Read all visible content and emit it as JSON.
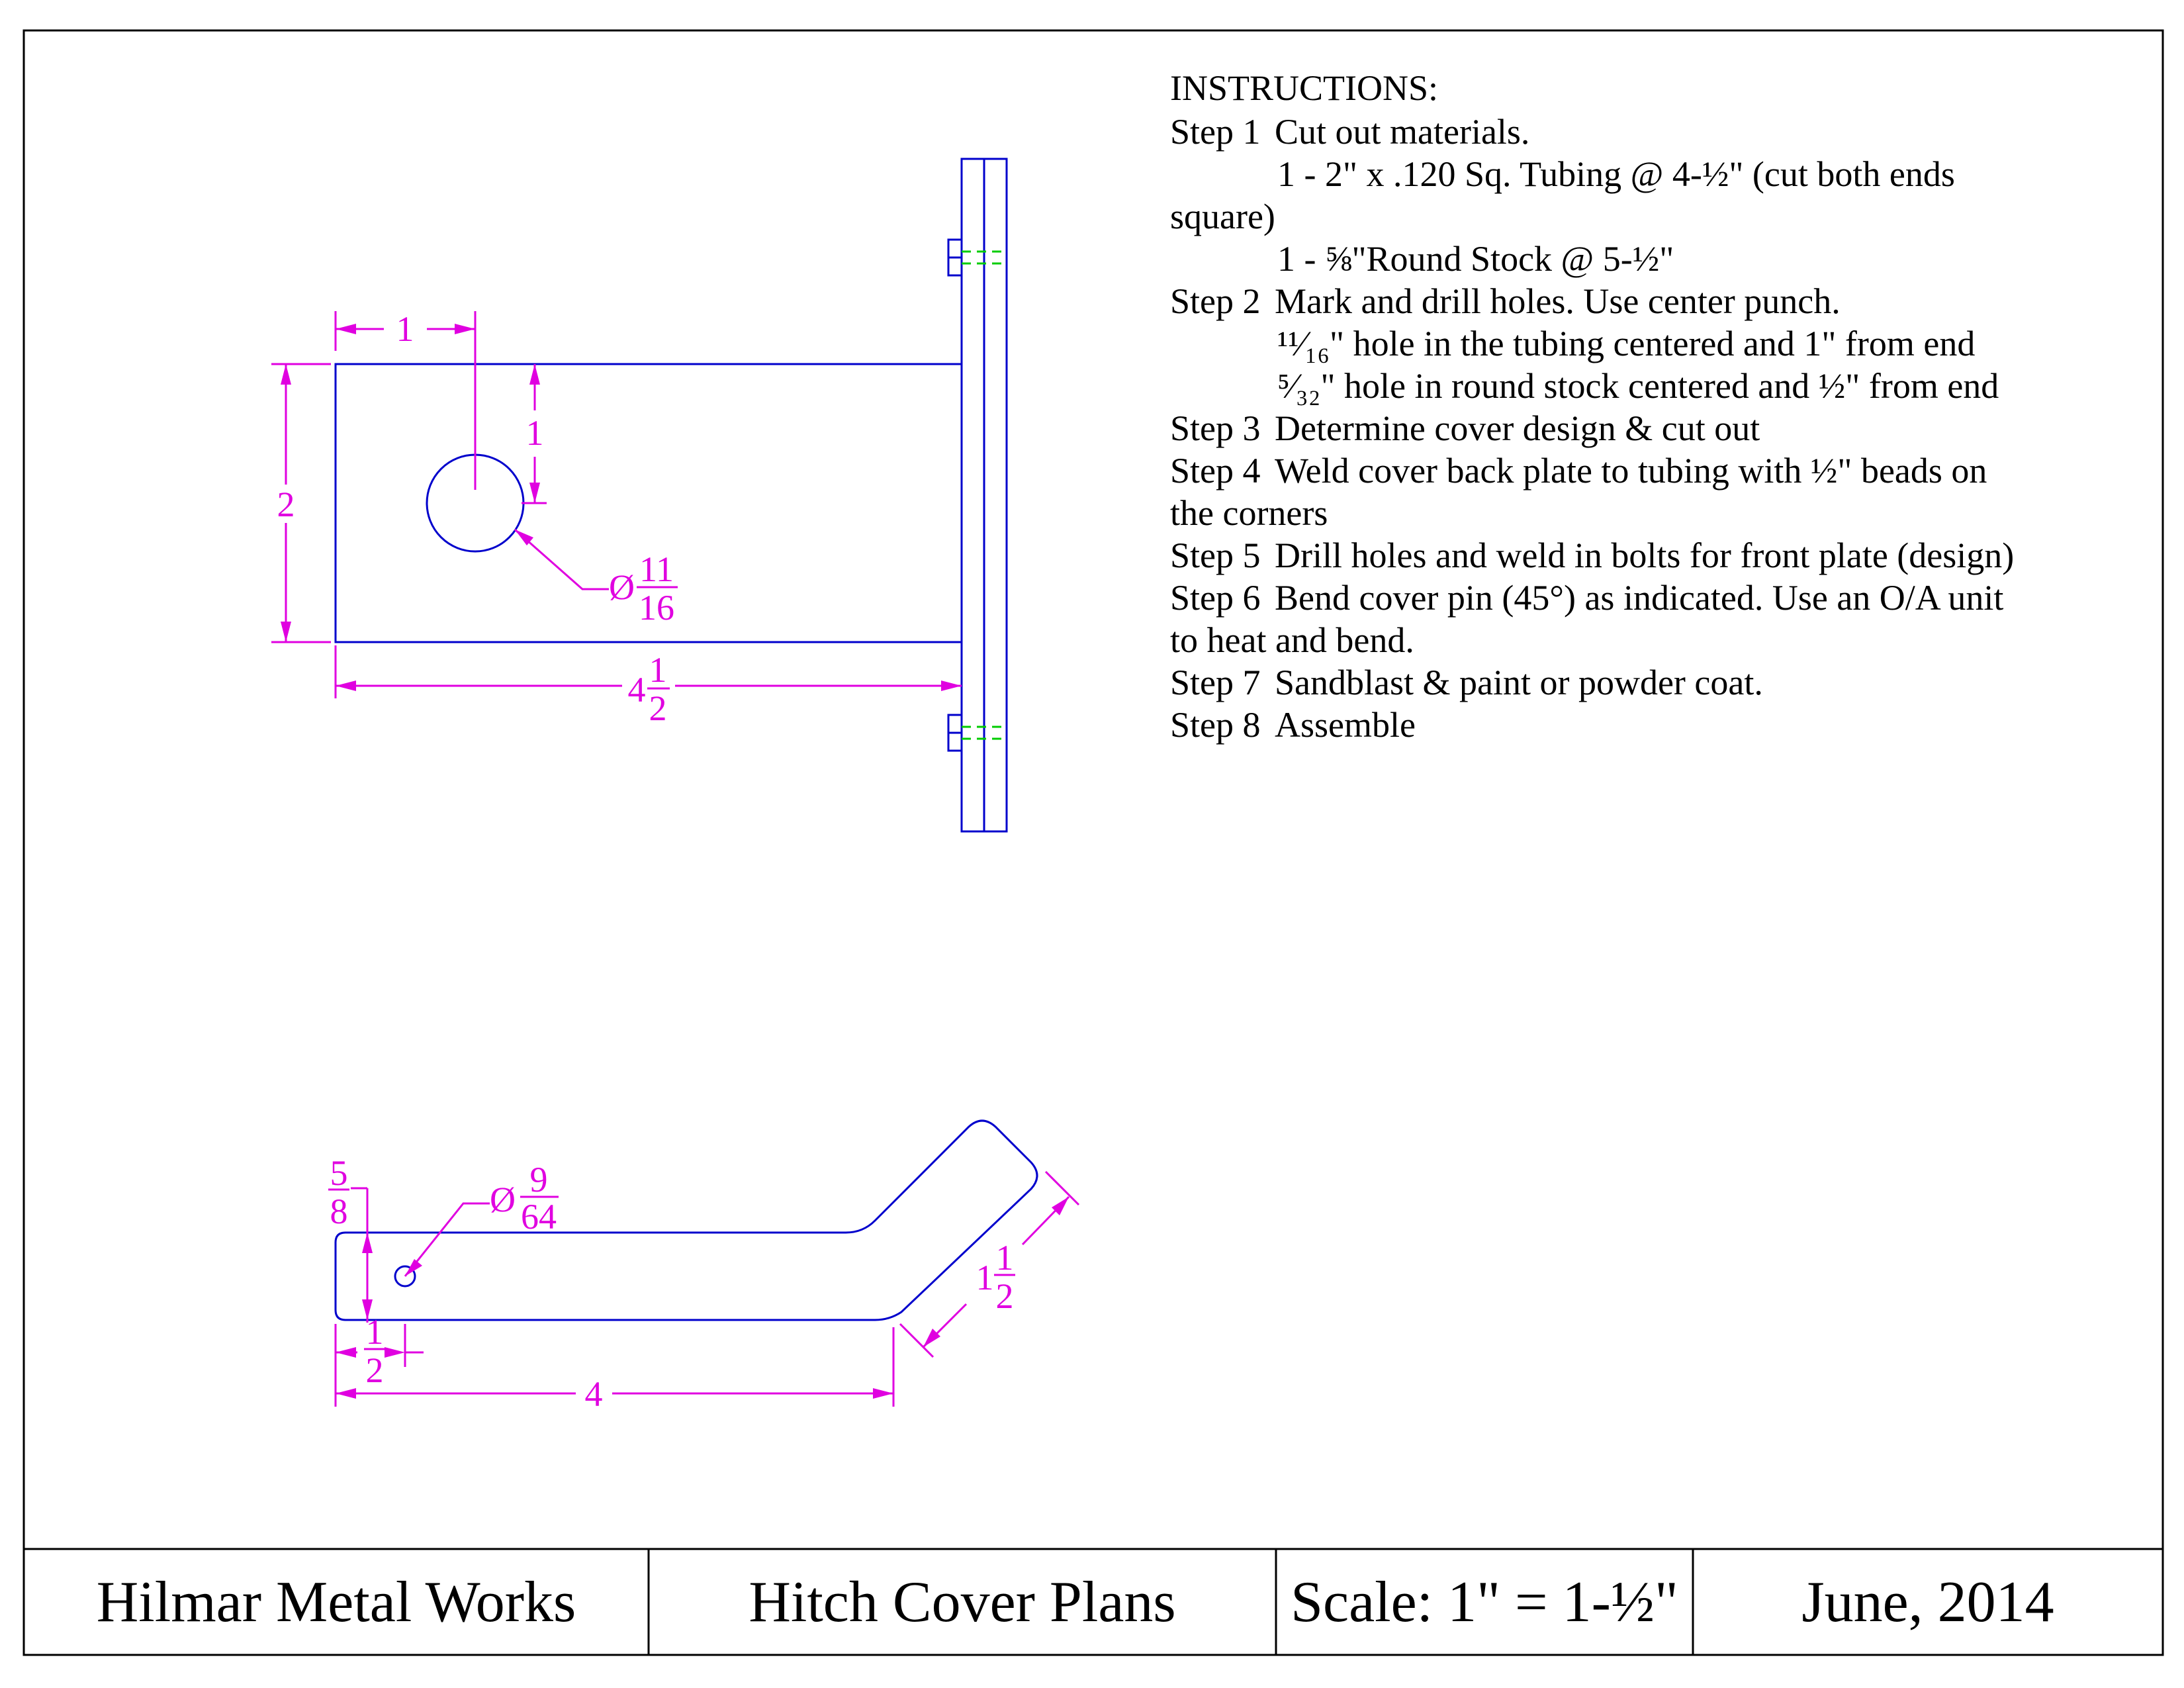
{
  "instructions": {
    "heading": "INSTRUCTIONS:",
    "lines": [
      {
        "step": "Step 1",
        "text": "Cut out materials."
      },
      {
        "step": "",
        "text": "1 - 2\" x .120 Sq. Tubing @ 4-½\" (cut both ends",
        "indent": true
      },
      {
        "step": "",
        "text": "square)"
      },
      {
        "step": "",
        "text": "1 - ⅝\"Round Stock @ 5-½\"",
        "indent": true
      },
      {
        "step": "Step 2",
        "text": "Mark and drill holes. Use center punch."
      },
      {
        "step": "",
        "text": "¹¹⁄₁₆\" hole in the tubing centered and 1\" from end",
        "indent": true
      },
      {
        "step": "",
        "text": "⁵⁄₃₂\" hole in round stock centered and ½\" from end",
        "indent": true
      },
      {
        "step": "Step 3",
        "text": "Determine cover design & cut out"
      },
      {
        "step": "Step 4",
        "text": "Weld cover back plate to tubing with ½\" beads on"
      },
      {
        "step": "",
        "text": "the corners"
      },
      {
        "step": "Step 5",
        "text": "Drill holes and weld in bolts for front plate (design)"
      },
      {
        "step": "Step 6",
        "text": "Bend cover pin (45°) as indicated. Use an O/A unit"
      },
      {
        "step": "",
        "text": "to heat and bend."
      },
      {
        "step": "Step 7",
        "text": "Sandblast & paint   or powder coat."
      },
      {
        "step": "Step 8",
        "text": "Assemble"
      }
    ]
  },
  "title_block": {
    "company": "Hilmar Metal Works",
    "title": "Hitch Cover Plans",
    "scale": "Scale: 1\" = 1-½\"",
    "date": "June, 2014"
  },
  "dimensions": {
    "tube_hole_offset_x": "1",
    "tube_hole_offset_y": "1",
    "tube_height": "2",
    "tube_length_whole": "4",
    "tube_length_num": "1",
    "tube_length_den": "2",
    "tube_hole_dia_symbol": "Ø",
    "tube_hole_dia_num": "11",
    "tube_hole_dia_den": "16",
    "pin_thickness_num": "5",
    "pin_thickness_den": "8",
    "pin_hole_dia_symbol": "Ø",
    "pin_hole_dia_num": "9",
    "pin_hole_dia_den": "64",
    "pin_hole_offset_num": "1",
    "pin_hole_offset_den": "2",
    "pin_straight_length": "4",
    "pin_bent_whole": "1",
    "pin_bent_num": "1",
    "pin_bent_den": "2"
  },
  "colors": {
    "outline": "#0000cc",
    "dimension": "#e000e0",
    "hidden": "#00cc00",
    "border": "#000000"
  }
}
